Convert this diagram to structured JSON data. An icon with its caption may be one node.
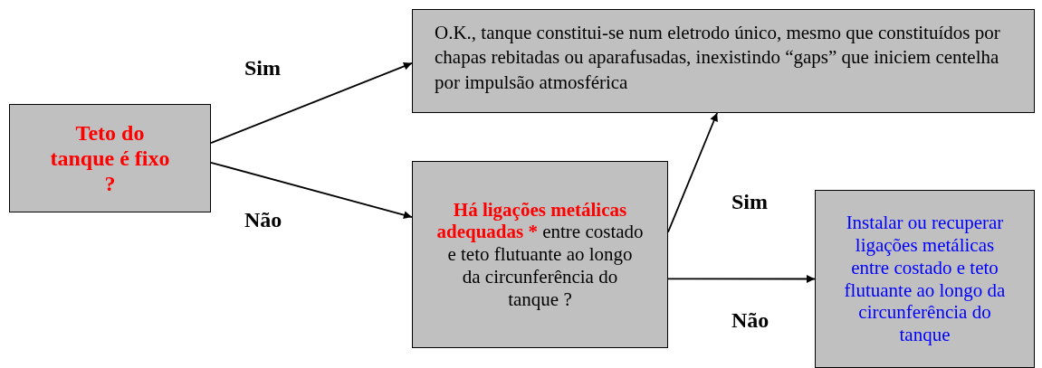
{
  "diagram": {
    "nodes": [
      {
        "text": [
          "Teto do tanque é fixo ?"
        ]
      },
      {
        "text": [
          "O.K., tanque constitui-se num eletrodo único, mesmo que constituídos por chapas rebitadas ou aparafusadas, inexistindo “gaps” que iniciem centelha por impulsão atmosférica"
        ]
      },
      {
        "text": [
          "**Há ligações metálicas adequadas *** entre costado e teto flutuante ao longo da circunferência do tanque ?"
        ]
      },
      {
        "text": [
          "Instalar ou recuperar ligações metálicas entre costado e teto flutuante ao longo da circunferência do tanque"
        ]
      }
    ],
    "edges": [
      {
        "from": 0,
        "to": 1,
        "arrow": "to",
        "label": "Sim"
      },
      {
        "from": 0,
        "to": 2,
        "arrow": "to",
        "label": "Não"
      },
      {
        "from": 2,
        "to": 1,
        "arrow": "to",
        "label": "Sim"
      },
      {
        "from": 2,
        "to": 3,
        "arrow": "to",
        "label": "Não"
      }
    ]
  }
}
